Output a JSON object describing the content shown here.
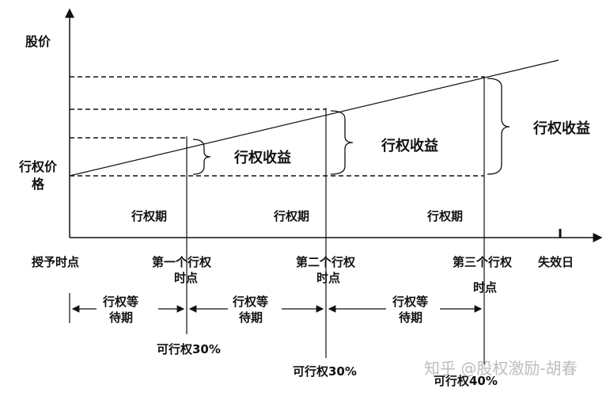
{
  "axes": {
    "y_label": "股价",
    "strike_price_label_line1": "行权价",
    "strike_price_label_line2": "格"
  },
  "exercise_gain_label": "行权收益",
  "exercise_period_label": "行权期",
  "timeline": {
    "grant": "授予时点",
    "first_line1": "第一个行权",
    "first_line2": "时点",
    "second_line1": "第二个行权",
    "second_line2": "时点",
    "third_line1": "第三个行权",
    "third_line2": "时点",
    "expiry": "失效日"
  },
  "waiting": {
    "line1": "行权等",
    "line2": "待期"
  },
  "vesting": {
    "first": "可行权30%",
    "second": "可行权30%",
    "third": "可行权40%"
  },
  "watermark": "知乎 @股权激励-胡春"
}
